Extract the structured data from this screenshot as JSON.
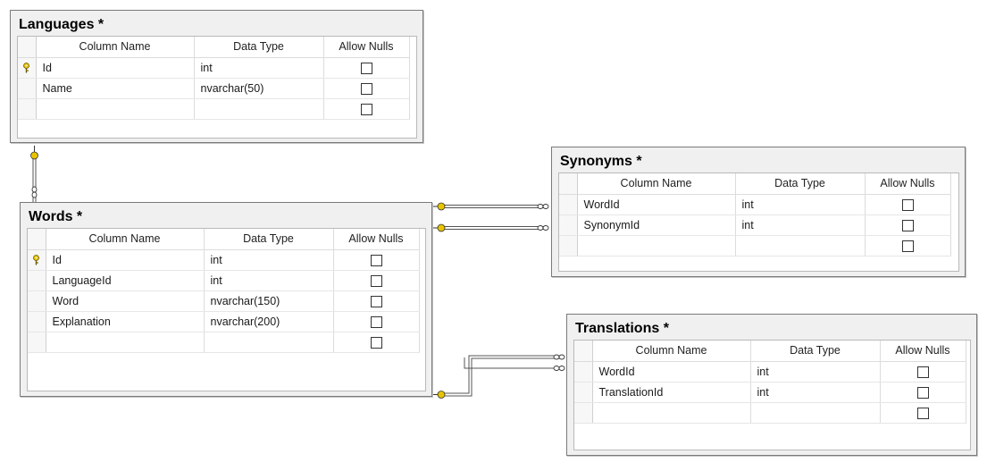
{
  "columns_header": {
    "name": "Column Name",
    "type": "Data Type",
    "nulls": "Allow Nulls"
  },
  "tables": {
    "languages": {
      "title": "Languages *",
      "rows": [
        {
          "name": "Id",
          "type": "int",
          "pk": true
        },
        {
          "name": "Name",
          "type": "nvarchar(50)",
          "pk": false
        }
      ]
    },
    "words": {
      "title": "Words *",
      "rows": [
        {
          "name": "Id",
          "type": "int",
          "pk": true
        },
        {
          "name": "LanguageId",
          "type": "int",
          "pk": false
        },
        {
          "name": "Word",
          "type": "nvarchar(150)",
          "pk": false
        },
        {
          "name": "Explanation",
          "type": "nvarchar(200)",
          "pk": false
        }
      ]
    },
    "synonyms": {
      "title": "Synonyms *",
      "rows": [
        {
          "name": "WordId",
          "type": "int",
          "pk": false
        },
        {
          "name": "SynonymId",
          "type": "int",
          "pk": false
        }
      ]
    },
    "translations": {
      "title": "Translations *",
      "rows": [
        {
          "name": "WordId",
          "type": "int",
          "pk": false
        },
        {
          "name": "TranslationId",
          "type": "int",
          "pk": false
        }
      ]
    }
  },
  "colors": {
    "key_gold": "#e8c400",
    "line": "#555555",
    "panel": "#f0f0f0"
  }
}
